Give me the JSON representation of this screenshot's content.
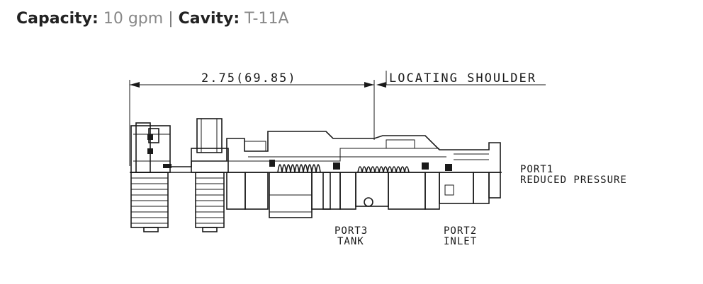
{
  "spec": {
    "capacity_label": "Capacity:",
    "capacity_value": "10 gpm",
    "separator": "|",
    "cavity_label": "Cavity:",
    "cavity_value": "T-11A"
  },
  "drawing": {
    "dimension": "2.75(69.85)",
    "shoulder_label": "LOCATING SHOULDER",
    "port1_line1": "PORT1",
    "port1_line2": "REDUCED PRESSURE",
    "port3_line1": "PORT3",
    "port3_line2": "TANK",
    "port2_line1": "PORT2",
    "port2_line2": "INLET"
  }
}
